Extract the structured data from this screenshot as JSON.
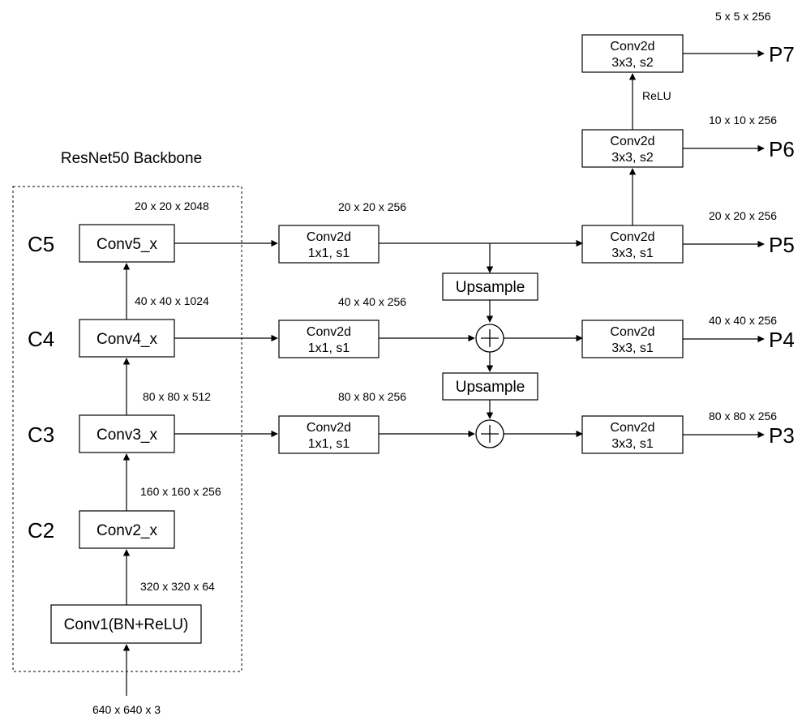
{
  "backbone": {
    "title": "ResNet50 Backbone",
    "input_dim": "640 x 640 x 3",
    "stem": "Conv1(BN+ReLU)",
    "stem_out": "320 x 320 x 64",
    "stages": [
      {
        "level": "C2",
        "label": "Conv2_x",
        "out": "160 x 160 x 256"
      },
      {
        "level": "C3",
        "label": "Conv3_x",
        "out": "80 x 80 x 512"
      },
      {
        "level": "C4",
        "label": "Conv4_x",
        "out": "40 x 40 x 1024"
      },
      {
        "level": "C5",
        "label": "Conv5_x",
        "out": "20 x 20 x 2048"
      }
    ]
  },
  "lateral": [
    {
      "line1": "Conv2d",
      "line2": "1x1, s1",
      "out": "20 x 20 x 256"
    },
    {
      "line1": "Conv2d",
      "line2": "1x1, s1",
      "out": "40 x 40 x 256"
    },
    {
      "line1": "Conv2d",
      "line2": "1x1, s1",
      "out": "80 x 80 x 256"
    }
  ],
  "upsample": [
    "Upsample",
    "Upsample"
  ],
  "outputs": [
    {
      "level": "P3",
      "line1": "Conv2d",
      "line2": "3x3, s1",
      "out": "80 x 80 x 256"
    },
    {
      "level": "P4",
      "line1": "Conv2d",
      "line2": "3x3, s1",
      "out": "40 x 40 x 256"
    },
    {
      "level": "P5",
      "line1": "Conv2d",
      "line2": "3x3, s1",
      "out": "20 x 20 x 256"
    },
    {
      "level": "P6",
      "line1": "Conv2d",
      "line2": "3x3, s2",
      "out": "10 x 10 x 256"
    },
    {
      "level": "P7",
      "line1": "Conv2d",
      "line2": "3x3, s2",
      "out": "5 x 5 x 256"
    }
  ],
  "relu_label": "ReLU"
}
